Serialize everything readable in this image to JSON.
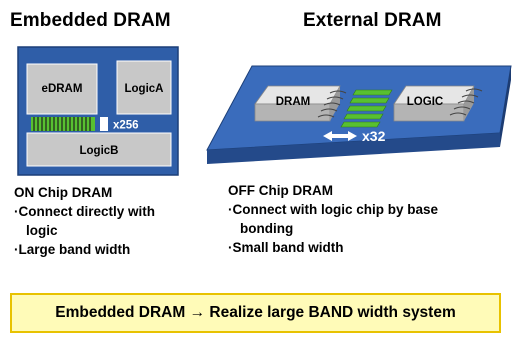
{
  "headings": {
    "embedded": "Embedded DRAM",
    "external": "External DRAM"
  },
  "embedded_chip": {
    "edram_label": "eDRAM",
    "logica_label": "LogicA",
    "logicb_label": "LogicB",
    "bus_width_label": "x256"
  },
  "external_chip": {
    "dram_label": "DRAM",
    "logic_label": "LOGIC",
    "bus_width_label": "x32"
  },
  "on_chip": {
    "title": "ON Chip DRAM",
    "bullets": [
      "·Connect directly with",
      "logic",
      "·Large band width"
    ]
  },
  "off_chip": {
    "title": "OFF Chip DRAM",
    "bullets": [
      "·Connect with logic chip by base",
      "bonding",
      "·Small band width"
    ]
  },
  "summary": "Embedded DRAM → Realize large BAND width system",
  "colors": {
    "substrate_blue": "#2f5ea8",
    "chip_gray": "#c8c8c8",
    "bus_green": "#58c030",
    "banner_fill": "#fffbb8",
    "banner_border": "#e8c200"
  }
}
